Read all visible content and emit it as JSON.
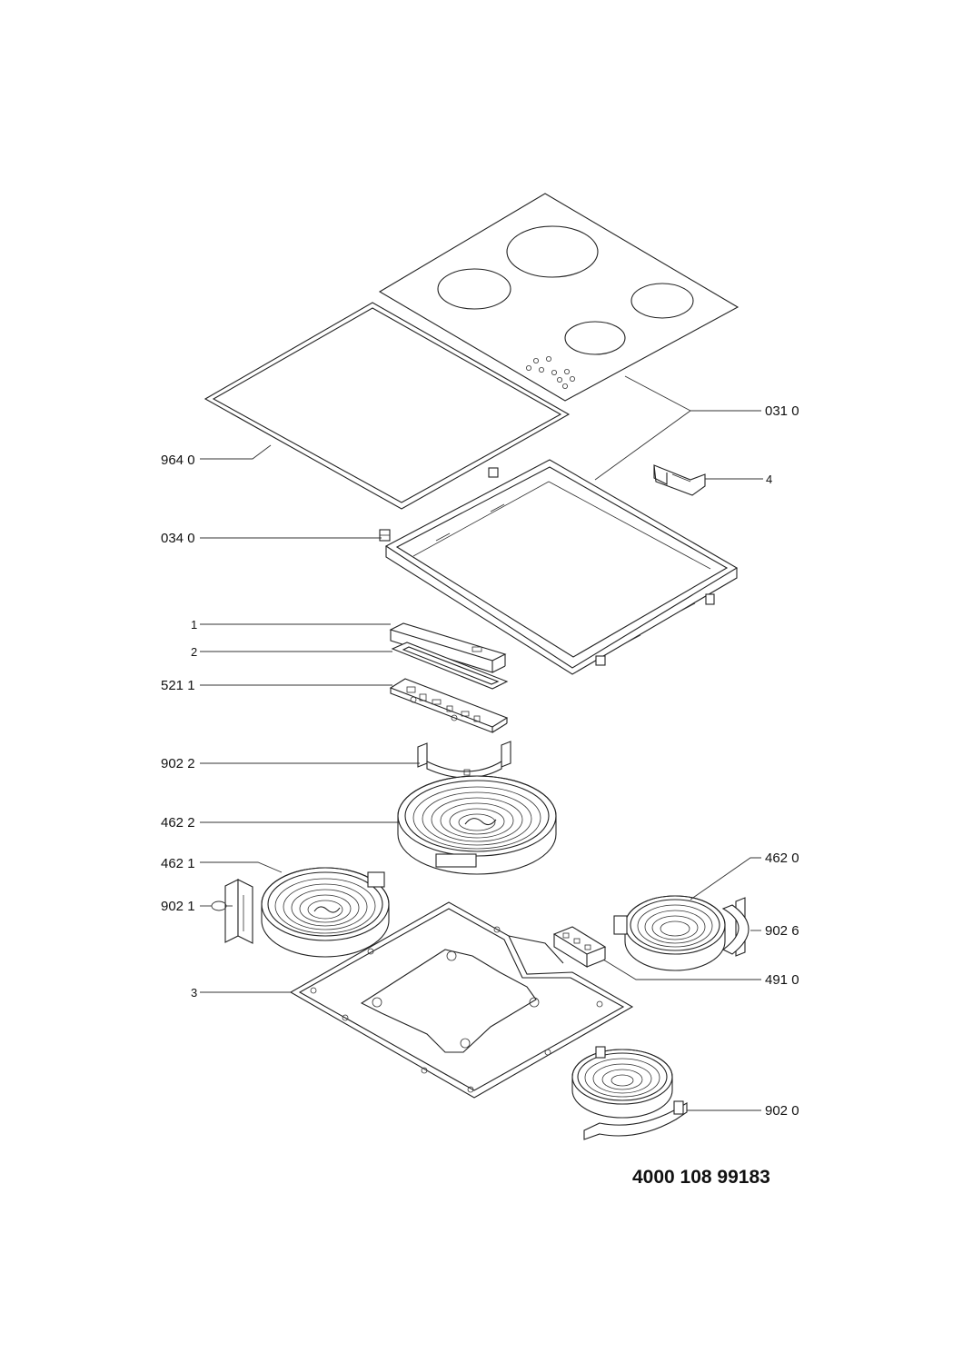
{
  "document_number": "4000 108 99183",
  "labels": {
    "glass_top": "031 0",
    "seal": "964 0",
    "bracket_right": "4",
    "clip": "034 0",
    "housing_1": "1",
    "housing_2": "2",
    "control_board": "521 1",
    "element_bracket_top": "902 2",
    "heating_element_large": "462 2",
    "heating_element_left": "462 1",
    "element_bracket_left": "902 1",
    "heating_element_right": "462 0",
    "element_bracket_right": "902 6",
    "terminal_block": "491 0",
    "base_plate": "3",
    "element_bracket_bottom": "902 0"
  }
}
